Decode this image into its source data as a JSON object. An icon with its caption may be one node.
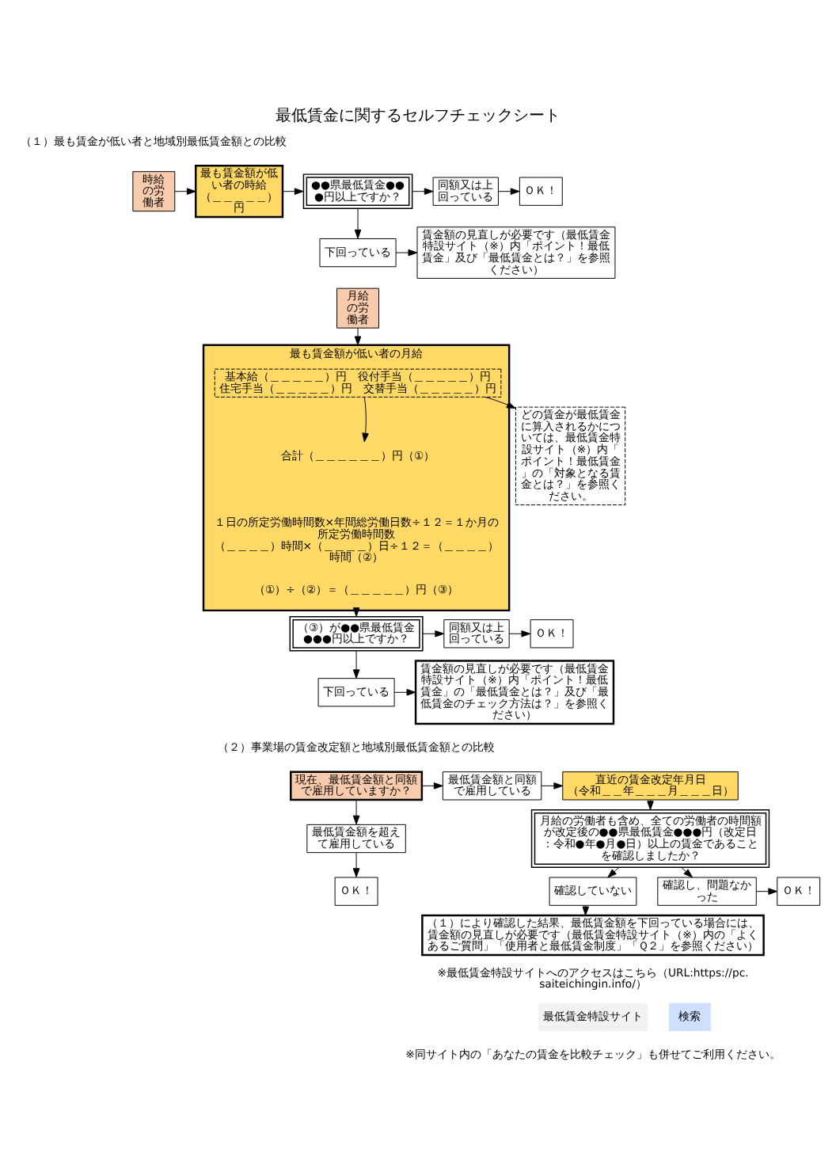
{
  "diagram": {
    "title": "最低賃金に関するセルフチェックシート",
    "nodes": [
      {
        "text": [
          "時給の労働者"
        ]
      },
      {
        "text": [
          "最も賃金額が低い者の時給",
          "（＿＿＿＿＿）円"
        ]
      },
      {
        "text": [
          "●●県最低賃金●●●円以上ですか？"
        ]
      },
      {
        "text": [
          "同額又は上回っている"
        ]
      },
      {
        "text": [
          "ＯＫ！"
        ]
      },
      {
        "text": [
          "下回っている"
        ]
      },
      {
        "text": [
          "賃金額の見直しが必要です（最低賃金特設サイト（※）内「ポイント！最低賃金」及び「最低賃金とは？」を参照ください）"
        ]
      },
      {
        "text": [
          "月給の労働者"
        ]
      },
      {
        "text": [
          "最も賃金額が低い者の月給"
        ]
      },
      {
        "text": [
          "基本給（＿＿＿＿＿）円　役付手当（＿＿＿＿＿）円",
          "住宅手当（＿＿＿＿＿）円　交替手当（＿＿＿＿＿）円"
        ],
        "in": 8
      },
      {
        "text": [
          "合計（＿＿＿＿＿＿）円（①）"
        ],
        "in": 8
      },
      {
        "text": [
          "１日の所定労働時間数×年間総労働日数÷１２＝１か月の所定労働時間数",
          "（＿＿＿＿）時間×（＿＿＿＿）日÷１２＝（＿＿＿＿）時間（②）"
        ],
        "in": 8
      },
      {
        "text": [
          "（①）÷（②）＝（＿＿＿＿＿）円（③）"
        ],
        "in": 8
      },
      {
        "text": [
          "どの賃金が最低賃金に算入されるかについては、最低賃金特設サイト（※）内「ポイント！最低賃金」の「対象となる賃金とは？」を参照ください。"
        ]
      },
      {
        "text": [
          "（③）が●●県最低賃金●●●円以上ですか？"
        ]
      },
      {
        "text": [
          "同額又は上回っている"
        ]
      },
      {
        "text": [
          "ＯＫ！"
        ]
      },
      {
        "text": [
          "下回っている"
        ]
      },
      {
        "text": [
          "賃金額の見直しが必要です（最低賃金特設サイト（※）内「ポイント！最低賃金」の「最低賃金とは？」及び「最低賃金のチェック方法は？」を参照ください）"
        ]
      },
      {
        "text": [
          "現在、最低賃金額と同額で雇用していますか？"
        ]
      },
      {
        "text": [
          "最低賃金額と同額で雇用している"
        ]
      },
      {
        "text": [
          "直近の賃金改定年月日",
          "（令和＿＿年＿＿＿月＿＿＿日）"
        ]
      },
      {
        "text": [
          "最低賃金額を超えて雇用している"
        ]
      },
      {
        "text": [
          "月給の労働者も含め、全ての労働者の時間額が改定後の●●県最低賃金●●●円（改定日：令和●年●月●日）以上の賃金であることを確認しましたか？"
        ]
      },
      {
        "text": [
          "ＯＫ！"
        ]
      },
      {
        "text": [
          "確認していない"
        ]
      },
      {
        "text": [
          "確認し、問題なかった"
        ]
      },
      {
        "text": [
          "ＯＫ！"
        ]
      },
      {
        "text": [
          "（１）により確認した結果、最低賃金額を下回っている場合には、賃金額の見直しが必要です（最低賃金特設サイト（※）内の「よくあるご質問」「使用者と最低賃金制度」「Ｑ２」を参照ください）"
        ]
      }
    ],
    "edges": [
      {
        "from": 0,
        "to": 1,
        "arrow": "to"
      },
      {
        "from": 1,
        "to": 2,
        "arrow": "to"
      },
      {
        "from": 2,
        "to": 3,
        "arrow": "to"
      },
      {
        "from": 3,
        "to": 4,
        "arrow": "to"
      },
      {
        "from": 2,
        "to": 5,
        "arrow": "to"
      },
      {
        "from": 5,
        "to": 6,
        "arrow": "to"
      },
      {
        "from": 7,
        "to": 8,
        "arrow": "to"
      },
      {
        "from": 9,
        "to": 10,
        "arrow": "to"
      },
      {
        "from": 9,
        "to": 13,
        "arrow": "to"
      },
      {
        "from": 8,
        "to": 14,
        "arrow": "to"
      },
      {
        "from": 14,
        "to": 15,
        "arrow": "to"
      },
      {
        "from": 15,
        "to": 16,
        "arrow": "to"
      },
      {
        "from": 14,
        "to": 17,
        "arrow": "to"
      },
      {
        "from": 17,
        "to": 18,
        "arrow": "to"
      },
      {
        "from": 19,
        "to": 20,
        "arrow": "to"
      },
      {
        "from": 20,
        "to": 21,
        "arrow": "to"
      },
      {
        "from": 19,
        "to": 22,
        "arrow": "to"
      },
      {
        "from": 21,
        "to": 23,
        "arrow": "to"
      },
      {
        "from": 22,
        "to": 24,
        "arrow": "to"
      },
      {
        "from": 23,
        "to": 25,
        "arrow": "to"
      },
      {
        "from": 23,
        "to": 26,
        "arrow": "to"
      },
      {
        "from": 26,
        "to": 27,
        "arrow": "to"
      },
      {
        "from": 25,
        "to": 28,
        "arrow": "to"
      }
    ],
    "labels": [
      "（１）最も賃金が低い者と地域別最低賃金額との比較",
      "（２）事業場の賃金改定額と地域別最低賃金額との比較",
      "※最低賃金特設サイトへのアクセスはこちら（URL:https://pc.saiteichingin.info/）",
      "最低賃金特設サイト",
      "検索",
      "※同サイト内の「あなたの賃金を比較チェック」も併せてご利用ください。"
    ]
  }
}
